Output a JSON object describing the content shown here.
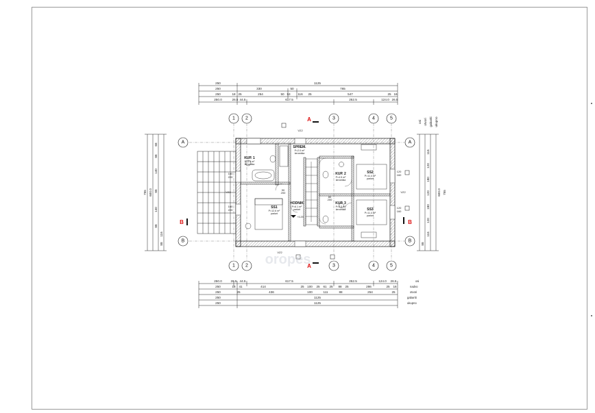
{
  "sheet": {
    "title": ""
  },
  "dims_top": {
    "row1": [
      "250",
      "1125"
    ],
    "row2": [
      "250",
      "330",
      "50",
      "765"
    ],
    "row3": [
      "250",
      "18",
      "25",
      "254",
      "50",
      "53",
      "116",
      "25",
      "547",
      "25",
      "16"
    ],
    "row4": [
      "250.0",
      "26.5",
      "44.5",
      "617.5",
      "252.5",
      "124.0",
      "26.5"
    ]
  },
  "dims_bottom": {
    "row1": [
      "250.0",
      "26.5",
      "44.5",
      "617.5",
      "252.5",
      "124.0",
      "26.5"
    ],
    "row2": [
      "250",
      "18",
      "41",
      "414",
      "25",
      "100",
      "25",
      "61",
      "25",
      "88",
      "25",
      "286",
      "25",
      "16"
    ],
    "row3": [
      "250",
      "25",
      "436",
      "100",
      "111",
      "88",
      "254",
      "25"
    ],
    "row4": [
      "250",
      "1125"
    ],
    "row5": [
      "250",
      "1125"
    ],
    "row_labels": [
      "osi",
      "nadvo",
      "otvori",
      "gabariti",
      "ukupno"
    ]
  },
  "dims_left": [
    "755",
    "600.0",
    "68",
    "88",
    "140",
    "88",
    "140",
    "88",
    "116",
    "88"
  ],
  "dims_right": [
    "755",
    "600.0",
    "116",
    "120",
    "180",
    "120",
    "180",
    "120",
    "116",
    "88"
  ],
  "dims_right_labels": [
    "osi",
    "otvori",
    "gabariti",
    "ukupno"
  ],
  "axes_x": [
    "1",
    "2",
    "3",
    "4",
    "5"
  ],
  "axes_y": [
    "A",
    "B"
  ],
  "sections": [
    "A",
    "B"
  ],
  "walls": [
    "VZ2",
    "VZ2",
    "VZ2",
    "VZ2"
  ],
  "rooms": {
    "kup1": {
      "name": "KUP. 1",
      "area": "P=4.0 m²",
      "floor": "keramika"
    },
    "spremiste": {
      "name": "SPREM.",
      "area": "P=2.0 m²",
      "floor": "keramika"
    },
    "ss1": {
      "name": "SS1",
      "area": "P=12.6 m²",
      "floor": "parket"
    },
    "hodnik": {
      "name": "HODNIK",
      "area": "P=6.1 m²",
      "floor": "parket"
    },
    "kup2": {
      "name": "KUP. 2",
      "area": "P=4.5 m²",
      "floor": "keramika"
    },
    "kup3": {
      "name": "KUP. 3",
      "area": "P=4.5 m²",
      "floor": "keramika"
    },
    "ss2": {
      "name": "SS2",
      "area": "P=11.4 m²",
      "floor": "parket"
    },
    "ss3": {
      "name": "SS3",
      "area": "P=11.4 m²",
      "floor": "parket"
    }
  },
  "level": "+3.29",
  "openings": [
    "160",
    "220",
    "160",
    "220",
    "120",
    "160",
    "120",
    "160",
    "90",
    "200",
    "80",
    "200"
  ],
  "watermark": "oropes"
}
